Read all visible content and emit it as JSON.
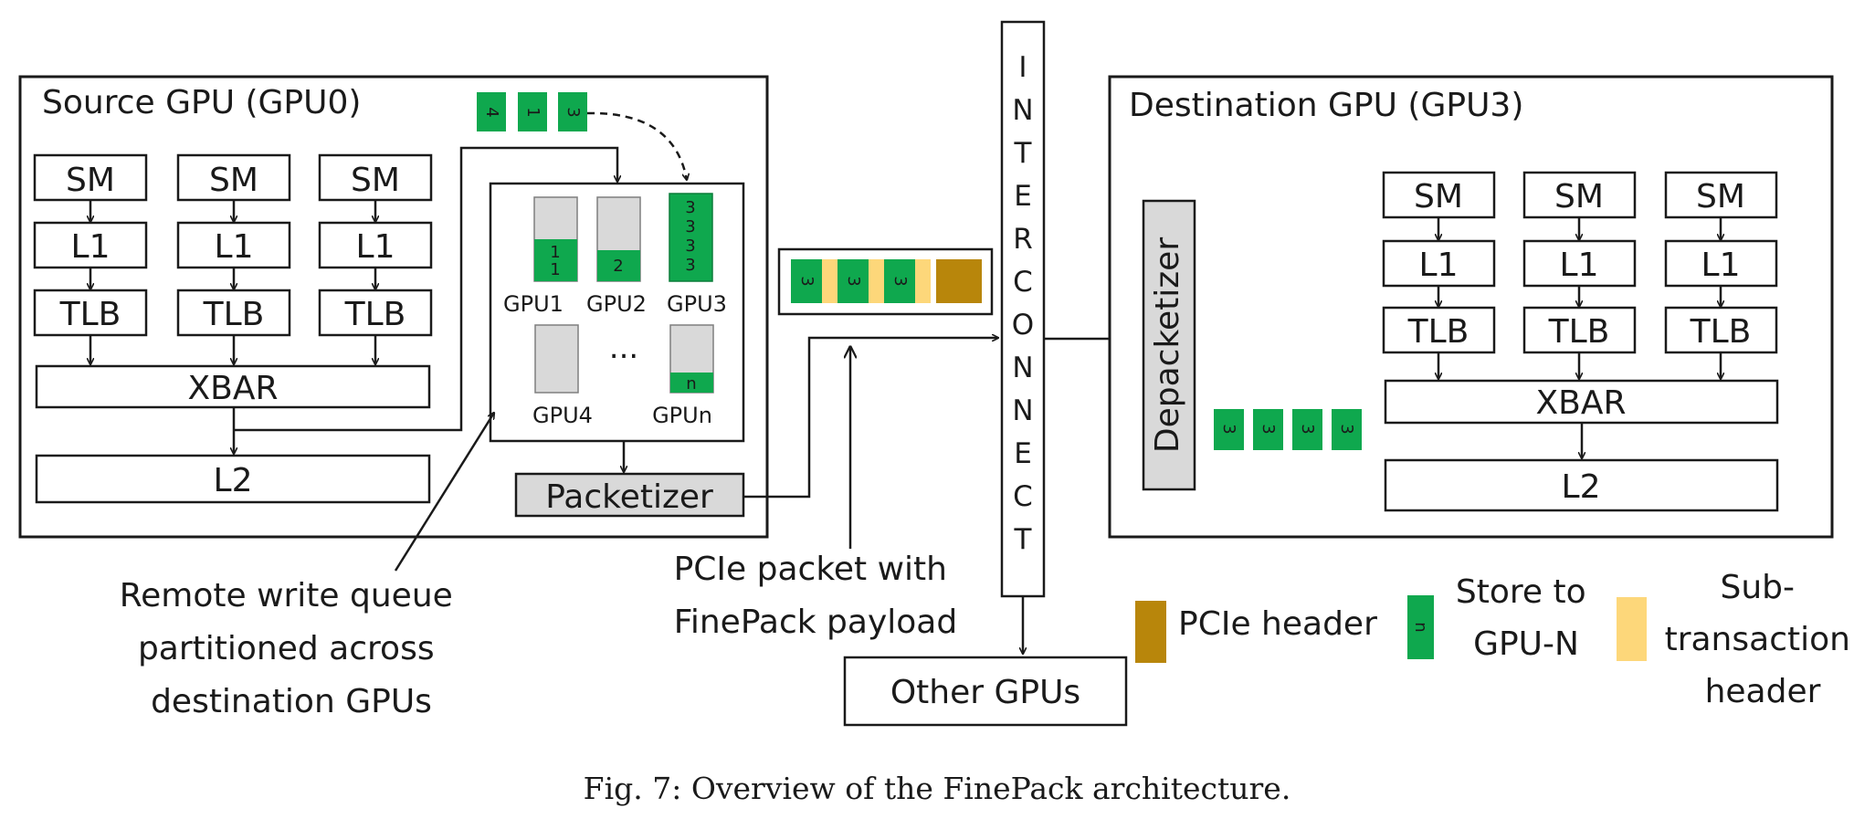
{
  "source_gpu": {
    "title": "Source GPU (GPU0)",
    "sm": "SM",
    "l1": "L1",
    "tlb": "TLB",
    "xbar": "XBAR",
    "l2": "L2"
  },
  "destination_gpu": {
    "title": "Destination GPU (GPU3)",
    "sm": "SM",
    "l1": "L1",
    "tlb": "TLB",
    "xbar": "XBAR",
    "l2": "L2",
    "depacketizer": "Depacketizer"
  },
  "incoming_stores": [
    "4",
    "1",
    "3"
  ],
  "queue": {
    "gpu1": {
      "label": "GPU1",
      "entries": [
        "1",
        "1"
      ]
    },
    "gpu2": {
      "label": "GPU2",
      "entries": [
        "2"
      ]
    },
    "gpu3": {
      "label": "GPU3",
      "entries": [
        "3",
        "3",
        "3",
        "3"
      ]
    },
    "gpu4": {
      "label": "GPU4"
    },
    "ellipsis": "...",
    "gpun": {
      "label": "GPUn",
      "entries": [
        "n"
      ]
    }
  },
  "packetizer": "Packetizer",
  "packet_stores": [
    "3",
    "3",
    "3"
  ],
  "depacketized_stores": [
    "3",
    "3",
    "3",
    "3"
  ],
  "interconnect": [
    "I",
    "N",
    "T",
    "E",
    "R",
    "C",
    "O",
    "N",
    "N",
    "E",
    "C",
    "T"
  ],
  "other_gpus": "Other GPUs",
  "annotations": {
    "queue_lines": [
      "Remote write queue",
      "partitioned across",
      "destination GPUs"
    ],
    "packet_lines": [
      "PCIe packet with",
      "FinePack payload"
    ]
  },
  "legend": {
    "pcie_header": "PCIe header",
    "store_lines": [
      "Store to",
      "GPU-N"
    ],
    "store_symbol": "n",
    "subtransaction_lines": [
      "Sub-",
      "transaction",
      "header"
    ]
  },
  "colors": {
    "store": "#0fa84e",
    "pcie_header": "#b8860b",
    "subtransaction_header": "#fdd77a",
    "block_gray": "#d9d9d9"
  },
  "caption": "Fig. 7: Overview of the FinePack architecture."
}
